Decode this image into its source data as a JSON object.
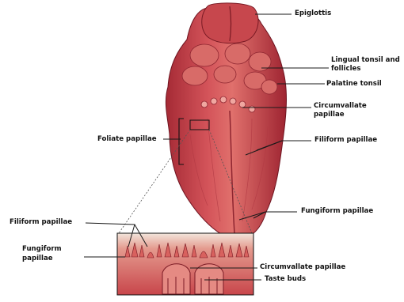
{
  "labels": {
    "epiglottis": "Epiglottis",
    "lingual_tonsil_1": "Lingual tonsil and",
    "lingual_tonsil_2": "follicles",
    "palatine_tonsil": "Palatine tonsil",
    "circumvallate_1": "Circumvallate",
    "circumvallate_2": "papillae",
    "foliate": "Foliate papillae",
    "filiform_right": "Filiform papillae",
    "fungiform_right": "Fungiform papillae",
    "filiform_inset": "Filiform papillae",
    "fungiform_inset_1": "Fungiform",
    "fungiform_inset_2": "papillae",
    "circumvallate_inset": "Circumvallate papillae",
    "taste_buds": "Taste buds"
  },
  "colors": {
    "tongue_base": "#c9414a",
    "tongue_dark": "#8e1f2a",
    "tongue_light": "#e98f8a",
    "leader": "#1a1a1a"
  }
}
